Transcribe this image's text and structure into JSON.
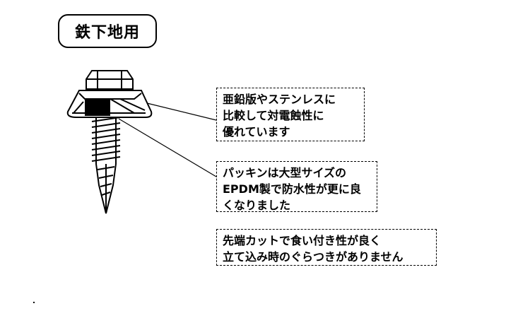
{
  "title": "鉄下地用",
  "notes": [
    {
      "lines": [
        "亜鉛版やステンレスに",
        "比較して対電蝕性に",
        "優れています"
      ]
    },
    {
      "lines": [
        "パッキンは大型サイズの",
        "EPDM製で防水性が更に良",
        "くなりました"
      ]
    },
    {
      "lines": [
        "先端カットで食い付き性が良く",
        "立て込み時のぐらつきがありません"
      ]
    }
  ],
  "illustration": "self-drilling-screw-with-washer"
}
